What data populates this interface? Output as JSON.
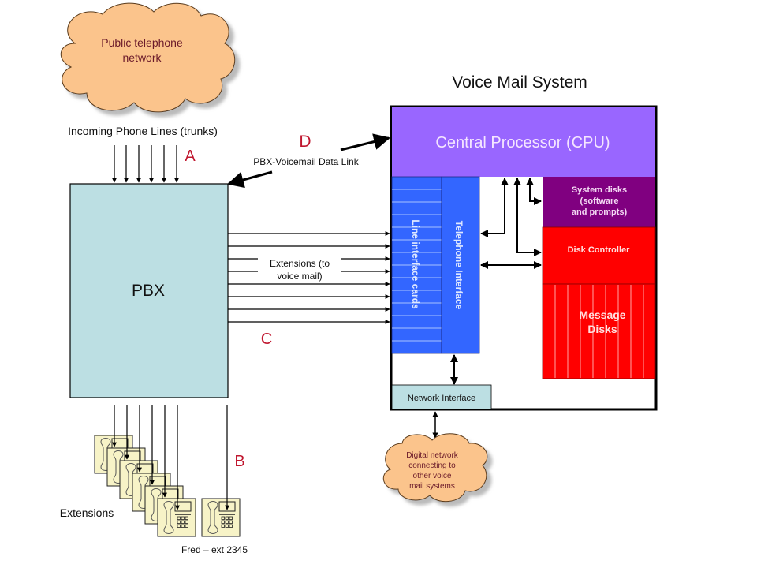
{
  "clouds": {
    "public_network": [
      "Public telephone",
      "network"
    ],
    "digital_network": [
      "Digital network",
      "connecting to",
      "other voice",
      "mail systems"
    ]
  },
  "labels": {
    "incoming_lines": "Incoming Phone Lines (trunks)",
    "data_link": "PBX-Voicemail Data Link",
    "extensions_to_vm": [
      "Extensions (to",
      "voice mail)"
    ],
    "extensions": "Extensions",
    "fred": "Fred – ext 2345",
    "marker_a": "A",
    "marker_b": "B",
    "marker_c": "C",
    "marker_d": "D"
  },
  "pbx": {
    "label": "PBX"
  },
  "voice_mail_system": {
    "title": "Voice Mail System",
    "cpu": "Central Processor (CPU)",
    "line_cards": "Line interface cards",
    "telephone_interface": "Telephone Interface",
    "system_disks": [
      "System disks",
      "(software",
      "and prompts)"
    ],
    "disk_controller": "Disk Controller",
    "message_disks": [
      "Message",
      "Disks"
    ],
    "network_interface": "Network Interface"
  },
  "colors": {
    "cloud": "#fbc48c",
    "cloud_text": "#6b1a2a",
    "pbx": "#bcdfe3",
    "cpu": "#9966ff",
    "blue": "#3366ff",
    "purple": "#800080",
    "red": "#ff0000",
    "marker": "#c0172f",
    "phone": "#f7f3c7"
  }
}
